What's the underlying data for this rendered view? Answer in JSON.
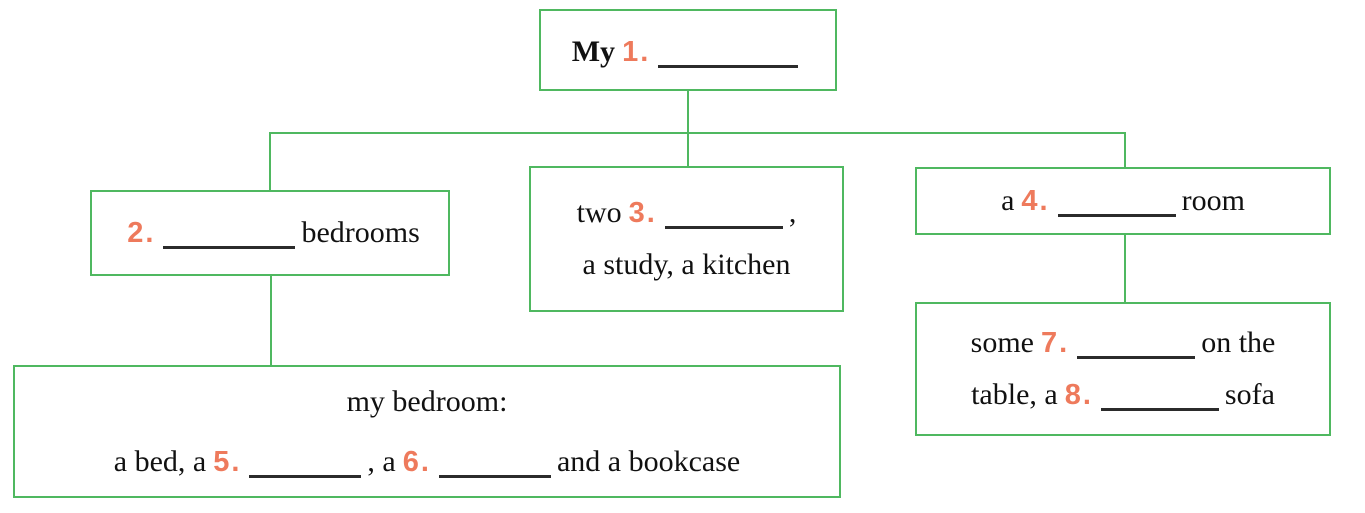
{
  "diagram": {
    "type": "mind-map-worksheet",
    "accent_color": "#4fb860",
    "number_color": "#ee7a5c",
    "text_color": "#111111",
    "background": "#ffffff",
    "nodes": {
      "title": {
        "name": "my-home-title",
        "line1": {
          "prefix": "My",
          "number": "1",
          "dot": ".",
          "blank": true,
          "suffix": ""
        }
      },
      "bedrooms": {
        "name": "bedrooms-node",
        "line1": {
          "prefix": "",
          "number": "2",
          "dot": ".",
          "blank": true,
          "suffix": "bedrooms"
        }
      },
      "rooms": {
        "name": "rooms-node",
        "line1": {
          "prefix": "two",
          "number": "3",
          "dot": ".",
          "blank": true,
          "suffix": ","
        },
        "line2": {
          "text": "a study, a kitchen"
        }
      },
      "livingroom": {
        "name": "living-room-node",
        "line1": {
          "prefix": "a",
          "number": "4",
          "dot": ".",
          "blank": true,
          "suffix": "room"
        }
      },
      "furniture": {
        "name": "furniture-node",
        "line1": {
          "prefix": "some",
          "number": "7",
          "dot": ".",
          "blank": true,
          "suffix": "on the"
        },
        "line2": {
          "prefix": "table, a",
          "number": "8",
          "dot": ".",
          "blank": true,
          "suffix": "sofa"
        }
      },
      "mybedroom": {
        "name": "my-bedroom-node",
        "line1": {
          "text": "my bedroom:"
        },
        "line2": {
          "prefix": "a bed, a",
          "number1": "5",
          "dot1": ".",
          "mid": ", a",
          "number2": "6",
          "dot2": ".",
          "suffix": "and a bookcase"
        }
      }
    },
    "blanks_total": 8
  }
}
